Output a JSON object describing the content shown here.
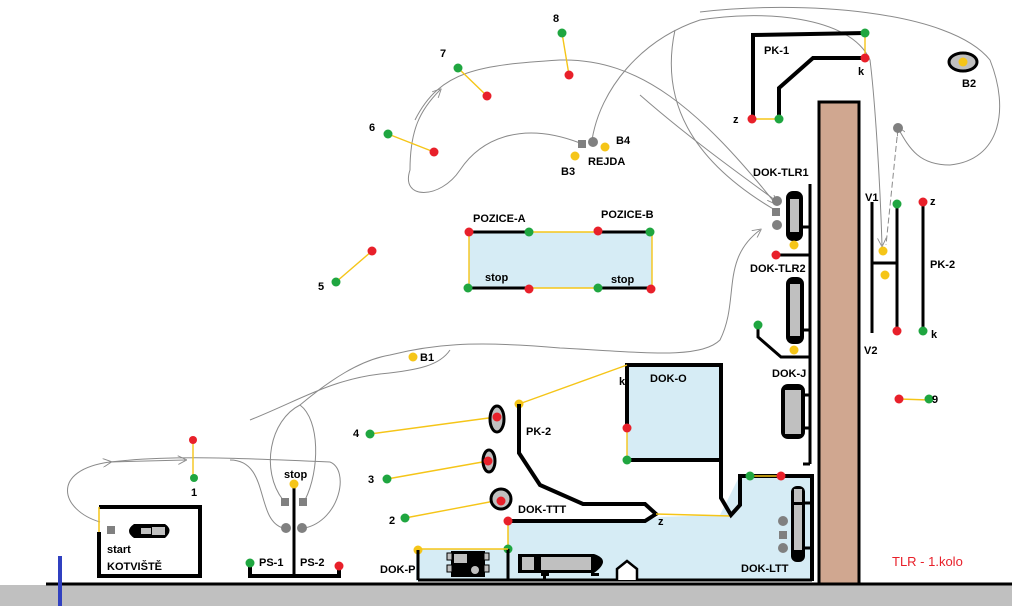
{
  "title": "TLR - 1.kolo",
  "colors": {
    "signal_green": "#1fa640",
    "signal_red": "#e8202a",
    "signal_yellow": "#f5c518",
    "node_gray": "#808080",
    "pier": "#d0a790",
    "water_zone": "#d6ecf5",
    "ground": "#c0c0c0",
    "marker_blue": "#3040c0"
  },
  "labels": {
    "kotviste_start": "start",
    "kotviste": "KOTVIŠTĚ",
    "gate_1": "1",
    "gate_2": "2",
    "gate_3": "3",
    "gate_4": "4",
    "gate_5": "5",
    "gate_6": "6",
    "gate_7": "7",
    "gate_8": "8",
    "gate_9": "9",
    "ps_stop": "stop",
    "ps1": "PS-1",
    "ps2": "PS-2",
    "b1": "B1",
    "b2": "B2",
    "b3": "B3",
    "b4": "B4",
    "rejda": "REJDA",
    "pozice_a": "POZICE-A",
    "pozice_b": "POZICE-B",
    "pozice_a_stop": "stop",
    "pozice_b_stop": "stop",
    "pk1": "PK-1",
    "pk1_z": "z",
    "pk1_k": "k",
    "pk2_left": "PK-2",
    "pk2_right": "PK-2",
    "pk2_right_z": "z",
    "pk2_right_k": "k",
    "dok_o": "DOK-O",
    "dok_o_k": "k",
    "dok_ttt": "DOK-TTT",
    "dok_ttt_z": "z",
    "dok_p": "DOK-P",
    "dok_ltt": "DOK-LTT",
    "dok_tlr1": "DOK-TLR1",
    "dok_tlr2": "DOK-TLR2",
    "dok_j": "DOK-J",
    "v1": "V1",
    "v2": "V2"
  }
}
